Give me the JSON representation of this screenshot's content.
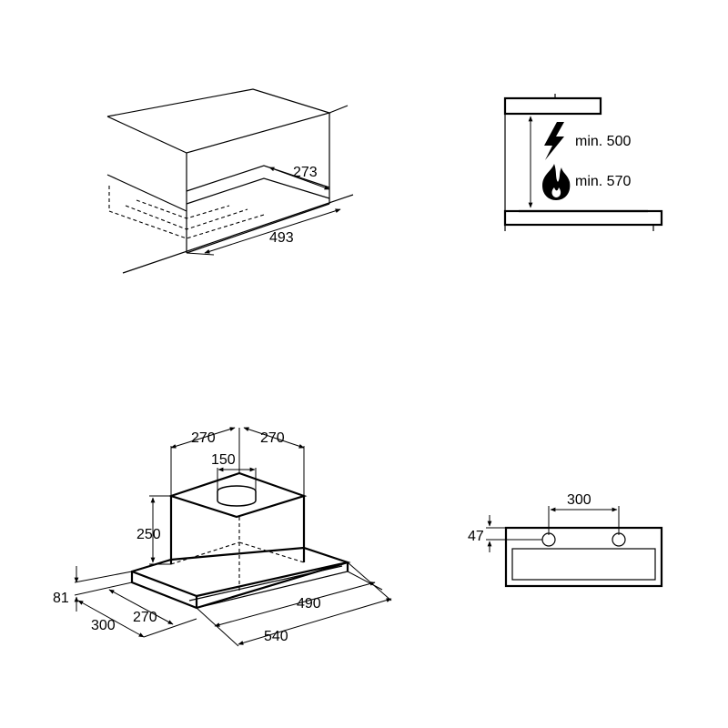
{
  "niche_view": {
    "depth_label": "273",
    "width_label": "493"
  },
  "clearance_view": {
    "electric_label": "min. 500",
    "gas_label": "min. 570",
    "electric_icon": "lightning-icon",
    "gas_icon": "flame-icon"
  },
  "hood_view": {
    "chimney_left_label": "270",
    "chimney_right_label": "270",
    "duct_label": "150",
    "chimney_height_label": "250",
    "base_height_label": "81",
    "depth_outer_label": "300",
    "depth_inner_label": "270",
    "width_inner_label": "490",
    "width_outer_label": "540"
  },
  "front_view": {
    "spacing_label": "300",
    "height_label": "47"
  }
}
